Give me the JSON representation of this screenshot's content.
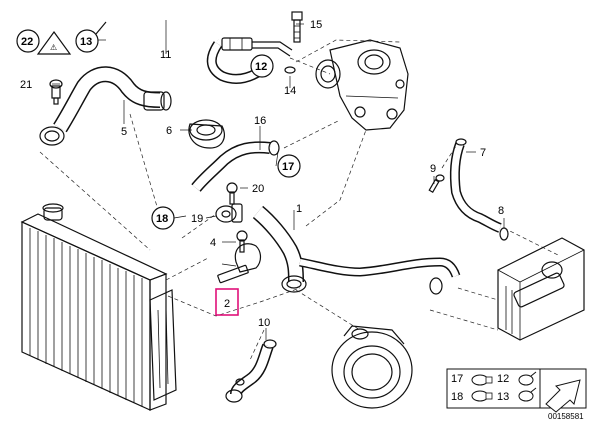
{
  "callouts": {
    "c1": "1",
    "c2": "2",
    "c4": "4",
    "c5": "5",
    "c6": "6",
    "c7": "7",
    "c8": "8",
    "c9": "9",
    "c10": "10",
    "c11": "11",
    "c14": "14",
    "c15": "15",
    "c16": "16",
    "c19": "19",
    "c20": "20",
    "c21": "21"
  },
  "circled": {
    "c12": "12",
    "c13": "13",
    "c17": "17",
    "c18": "18",
    "c22": "22"
  },
  "legend": {
    "a_top": "17",
    "a_bottom": "18",
    "b_top": "12",
    "b_bottom": "13"
  },
  "highlight": {
    "color": "#e0107a"
  },
  "diagram_number": "00158581"
}
